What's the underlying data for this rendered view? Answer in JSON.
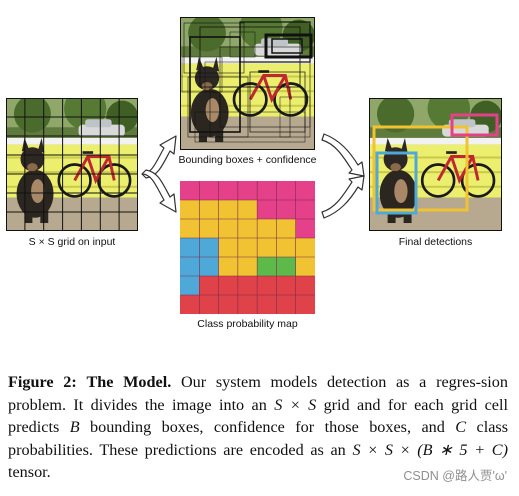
{
  "diagram": {
    "input_label": "S × S grid on input",
    "boxes_label": "Bounding boxes + confidence",
    "class_map_label": "Class probability map",
    "final_label": "Final detections"
  },
  "caption": {
    "fig_label": "Figure 2:",
    "fig_title": "The Model.",
    "t1": " Our system models detection as a regres-sion problem. It divides the image into an ",
    "m1": "S × S",
    "t2": " grid and for each grid cell predicts ",
    "m2": "B",
    "t3": " bounding boxes, confidence for those boxes, and ",
    "m3": "C",
    "t4": " class probabilities. These predictions are encoded as an ",
    "m4": "S × S × (B ∗ 5 + C)",
    "t5": " tensor."
  },
  "watermark": "CSDN @路人贾'ω'",
  "colors": {
    "magenta": "#e5408a",
    "yellow": "#f1c232",
    "blue": "#4ea9d9",
    "green": "#5cb94a",
    "red": "#e0424a",
    "wall": "#eef06a"
  }
}
